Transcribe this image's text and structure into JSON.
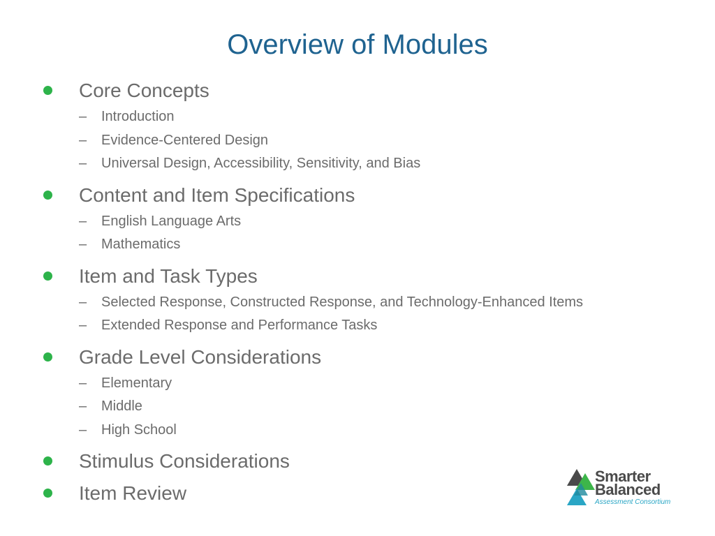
{
  "slide": {
    "title": "Overview of Modules"
  },
  "colors": {
    "title": "#1f6390",
    "bullet": "#2db34a",
    "text": "#6b6b6b"
  },
  "modules": [
    {
      "label": "Core Concepts",
      "subitems": [
        "Introduction",
        "Evidence-Centered Design",
        "Universal Design, Accessibility, Sensitivity, and Bias"
      ]
    },
    {
      "label": "Content and Item Specifications",
      "subitems": [
        "English Language Arts",
        "Mathematics"
      ]
    },
    {
      "label": "Item and Task Types",
      "subitems": [
        "Selected Response, Constructed Response, and Technology-Enhanced Items",
        "Extended Response and Performance Tasks"
      ]
    },
    {
      "label": "Grade Level Considerations",
      "subitems": [
        "Elementary",
        "Middle",
        "High School"
      ]
    },
    {
      "label": "Stimulus Considerations",
      "subitems": []
    },
    {
      "label": "Item Review",
      "subitems": []
    }
  ],
  "sub_marker": "–",
  "logo": {
    "icon": "smarter-balanced-triangles-icon",
    "line1": "Smarter",
    "line2": "Balanced",
    "tagline": "Assessment Consortium"
  }
}
